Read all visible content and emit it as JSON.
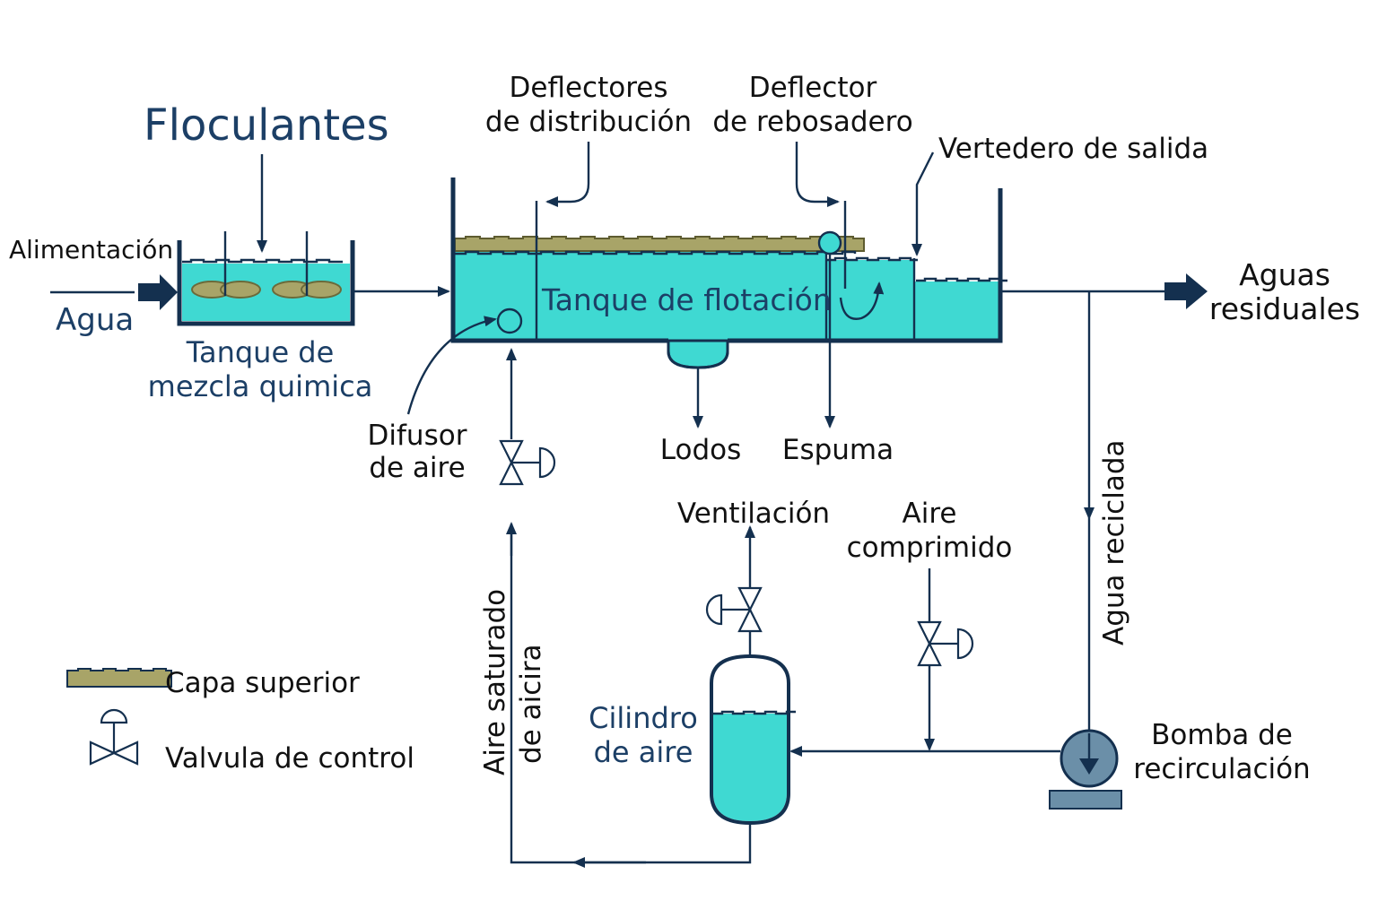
{
  "title": "Floculantes",
  "labels": {
    "alimentacion": "Alimentación",
    "agua": "Agua",
    "tanque_mezcla_1": "Tanque de",
    "tanque_mezcla_2": "mezcla quimica",
    "deflectores_1": "Deflectores",
    "deflectores_2": "de distribución",
    "deflector_reb_1": "Deflector",
    "deflector_reb_2": "de rebosadero",
    "vertedero": "Vertedero de salida",
    "tanque_flotacion": "Tanque de flotación",
    "aguas_1": "Aguas",
    "aguas_2": "residuales",
    "difusor_1": "Difusor",
    "difusor_2": "de aire",
    "lodos": "Lodos",
    "espuma": "Espuma",
    "ventilacion": "Ventilación",
    "aire_comp_1": "Aire",
    "aire_comp_2": "comprimido",
    "agua_reciclada": "Agua reciclada",
    "aire_saturado_1": "Aire saturado",
    "aire_saturado_2": "de aicira",
    "cilindro_1": "Cilindro",
    "cilindro_2": "de aire",
    "bomba_1": "Bomba de",
    "bomba_2": "recirculación"
  },
  "legend": {
    "capa_superior": "Capa superior",
    "valvula": "Valvula de control"
  },
  "colors": {
    "water": "#3fd9d2",
    "scum": "#a8a468",
    "line": "#14304f",
    "text_blue": "#1c3f66",
    "pump": "#6b8fa8"
  }
}
